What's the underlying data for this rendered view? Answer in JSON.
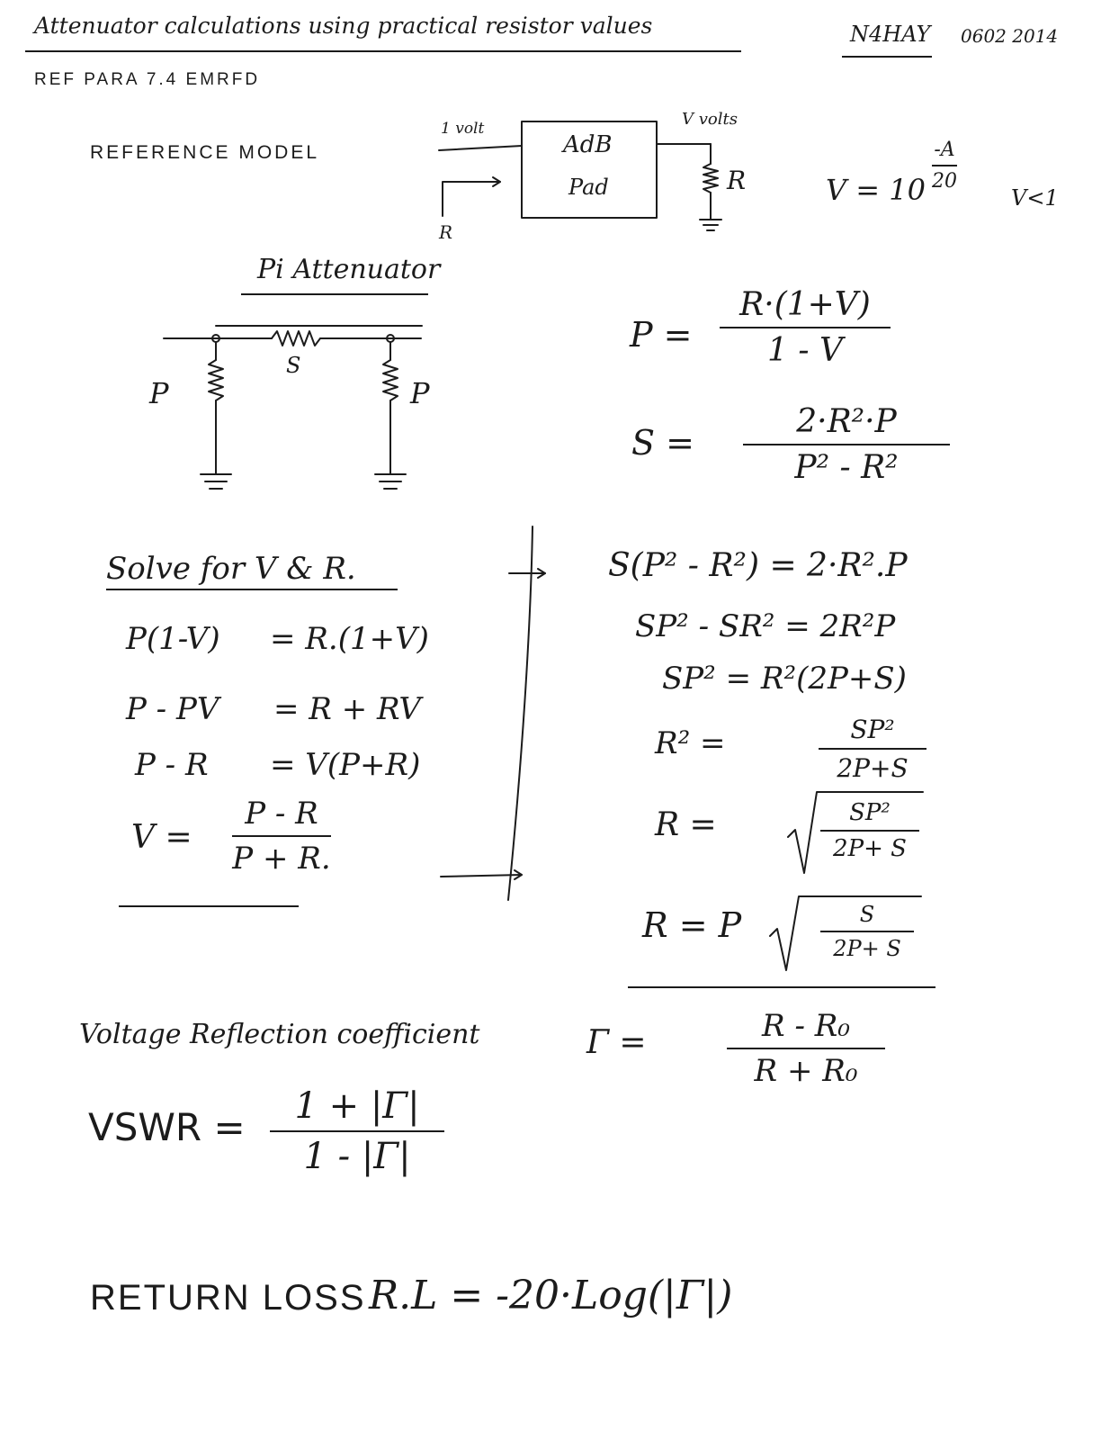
{
  "header": {
    "title": "Attenuator calculations using practical resistor values",
    "callsign": "N4HAY",
    "date": "0602 2014",
    "reference": "REF PARA 7.4 EMRFD"
  },
  "reference_model": {
    "label": "REFERENCE MODEL",
    "input": "1 volt",
    "output": "V volts",
    "pad_top": "AdB",
    "pad_bottom": "Pad",
    "r_in": "R",
    "r_load": "R",
    "v_formula": "V = 10",
    "exp_num": "-A",
    "exp_den": "20",
    "constraint": "V<1"
  },
  "pi": {
    "title": "Pi Attenuator",
    "p_left": "P",
    "s_label": "S",
    "p_right": "P"
  },
  "eq_p": {
    "lhs": "P =",
    "num": "R·(1+V)",
    "den": "1 - V"
  },
  "eq_s": {
    "lhs": "S =",
    "num": "2·R²·P",
    "den": "P² - R²"
  },
  "solve": {
    "title": "Solve for V & R.",
    "lines": [
      {
        "lhs": "P(1-V)",
        "rhs": "= R.(1+V)"
      },
      {
        "lhs": "P - PV",
        "rhs": "= R + RV"
      },
      {
        "lhs": "P - R",
        "rhs": "= V(P+R)"
      }
    ],
    "v_lhs": "V =",
    "v_num": "P - R",
    "v_den": "P + R."
  },
  "derive": {
    "line1": "S(P² - R²) = 2·R².P",
    "line2": "SP² - SR² = 2R²P",
    "line3": "SP² = R²(2P+S)",
    "r2_lhs": "R² =",
    "r2_num": "SP²",
    "r2_den": "2P+S",
    "r_lhs": "R =",
    "r_num": "SP²",
    "r_den": "2P+ S",
    "rf_lhs": "R = P",
    "rf_num": "S",
    "rf_den": "2P+ S"
  },
  "reflection": {
    "label": "Voltage Reflection coefficient",
    "lhs": "Γ =",
    "num": "R - R₀",
    "den": "R + R₀"
  },
  "vswr": {
    "lhs": "VSWR =",
    "num": "1 + |Γ|",
    "den": "1 - |Γ|"
  },
  "return_loss": {
    "label": "RETURN LOSS",
    "eq": "R.L = -20·Log(|Γ|)"
  }
}
